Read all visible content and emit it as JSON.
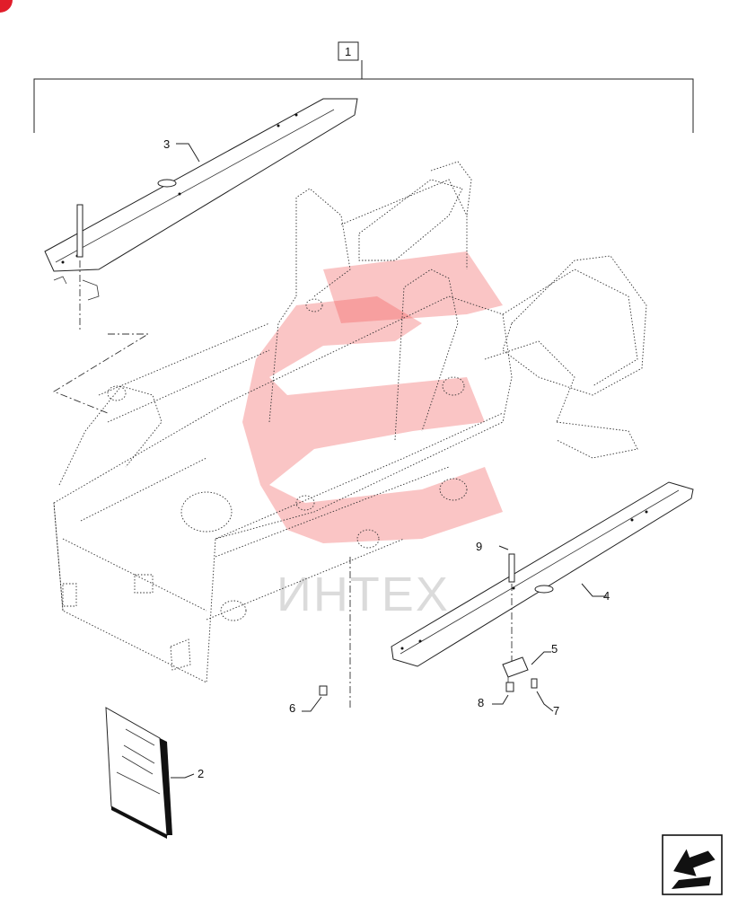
{
  "watermark": {
    "text": "ИНТЕХ",
    "color": "#f15a5a"
  },
  "callouts": {
    "c1": "1",
    "c2": "2",
    "c3": "3",
    "c4": "4",
    "c5": "5",
    "c6": "6",
    "c7": "7",
    "c8": "8",
    "c9": "9"
  },
  "icons": {
    "nav": "arrow-navigation-icon",
    "corner": "corner-badge-icon"
  }
}
